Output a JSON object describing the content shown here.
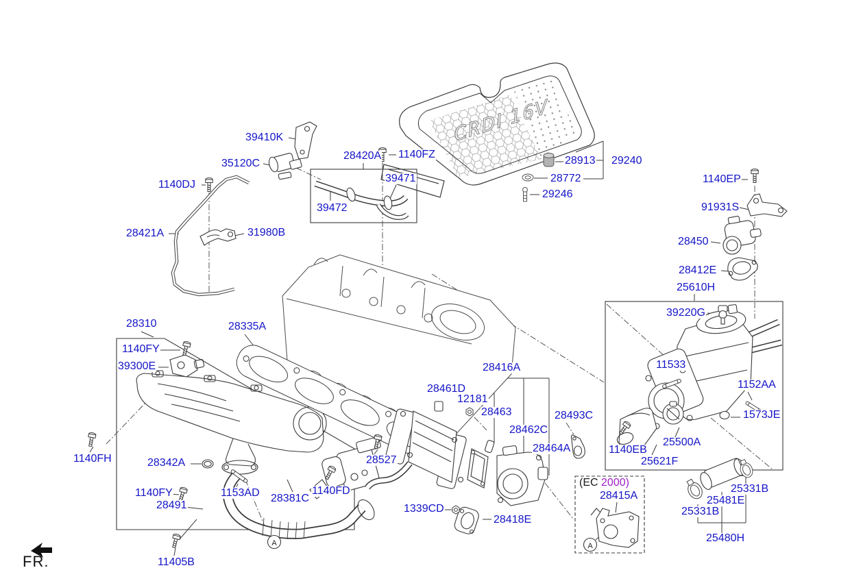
{
  "title": "Intake manifold exploded parts diagram",
  "colors": {
    "label_blue": "#1414c8",
    "ec_magenta": "#a020c8",
    "line": "#3a3a3a"
  },
  "cover_text": "CRDI 16V",
  "callout_a": "A",
  "fr_indicator": "FR.",
  "ec_note": {
    "prefix": "(EC",
    "year": "2000)"
  },
  "labels": {
    "p39410K": "39410K",
    "p35120C": "35120C",
    "p1140DJ": "1140DJ",
    "p28421A": "28421A",
    "p31980B": "31980B",
    "p28420A": "28420A",
    "p1140FZ": "1140FZ",
    "p39471": "39471",
    "p39472": "39472",
    "p28913": "28913",
    "p29240": "29240",
    "p28772": "28772",
    "p29246": "29246",
    "p1140EP": "1140EP",
    "p91931S": "91931S",
    "p28450": "28450",
    "p28412E": "28412E",
    "p25610H": "25610H",
    "p39220G": "39220G",
    "p11533": "11533",
    "p1152AA": "1152AA",
    "p1573JE": "1573JE",
    "p1140EB": "1140EB",
    "p25500A": "25500A",
    "p25621F": "25621F",
    "p28493C": "28493C",
    "p28310": "28310",
    "p28335A": "28335A",
    "p1140FY_a": "1140FY",
    "p39300E": "39300E",
    "p28416A": "28416A",
    "p28461D": "28461D",
    "p12181": "12181",
    "p28463": "28463",
    "p28462C": "28462C",
    "p28464A": "28464A",
    "p28527": "28527",
    "p1140FH": "1140FH",
    "p28342A": "28342A",
    "p1140FY_b": "1140FY",
    "p1153AD": "1153AD",
    "p28381C": "28381C",
    "p1140FD": "1140FD",
    "p28491": "28491",
    "p1339CD": "1339CD",
    "p28418E": "28418E",
    "p28415A": "28415A",
    "p25331B_a": "25331B",
    "p25481E": "25481E",
    "p25331B_b": "25331B",
    "p25480H": "25480H",
    "p11405B": "11405B"
  }
}
